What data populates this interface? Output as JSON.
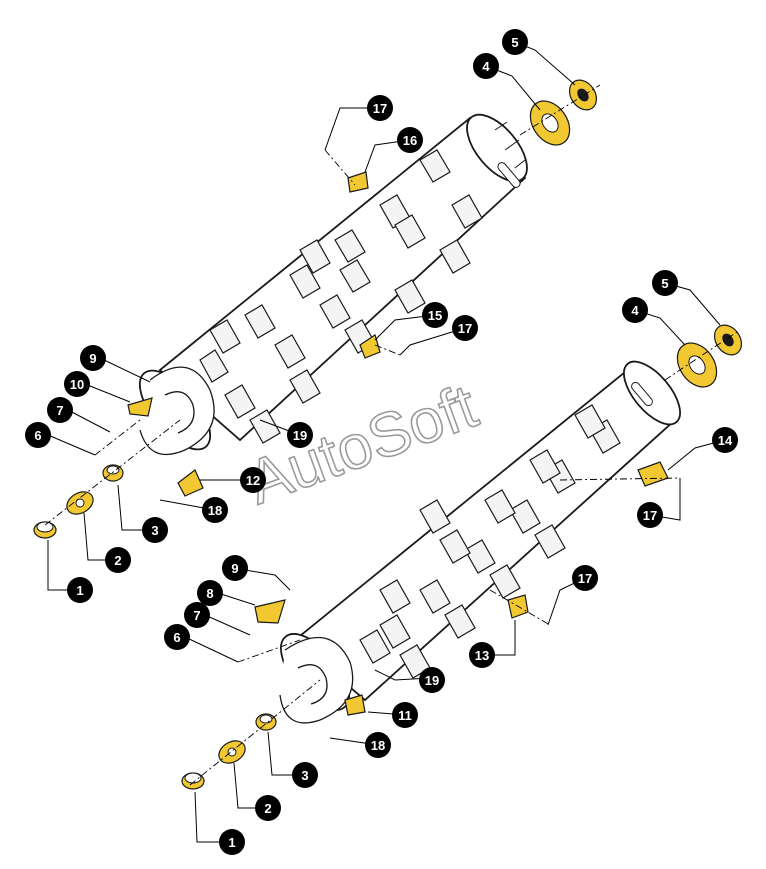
{
  "watermark": "AutoSoft",
  "colors": {
    "highlight": "#f2c832",
    "callout_fill": "#000000",
    "callout_text": "#ffffff",
    "line": "#1a1a1a"
  },
  "assembly_top": {
    "callouts": [
      "1",
      "2",
      "3",
      "6",
      "7",
      "9",
      "10",
      "12",
      "18",
      "19",
      "16",
      "17",
      "15",
      "17",
      "4",
      "5"
    ]
  },
  "assembly_bottom": {
    "callouts": [
      "1",
      "2",
      "3",
      "6",
      "7",
      "8",
      "9",
      "11",
      "18",
      "19",
      "13",
      "17",
      "14",
      "17",
      "4",
      "5"
    ]
  }
}
